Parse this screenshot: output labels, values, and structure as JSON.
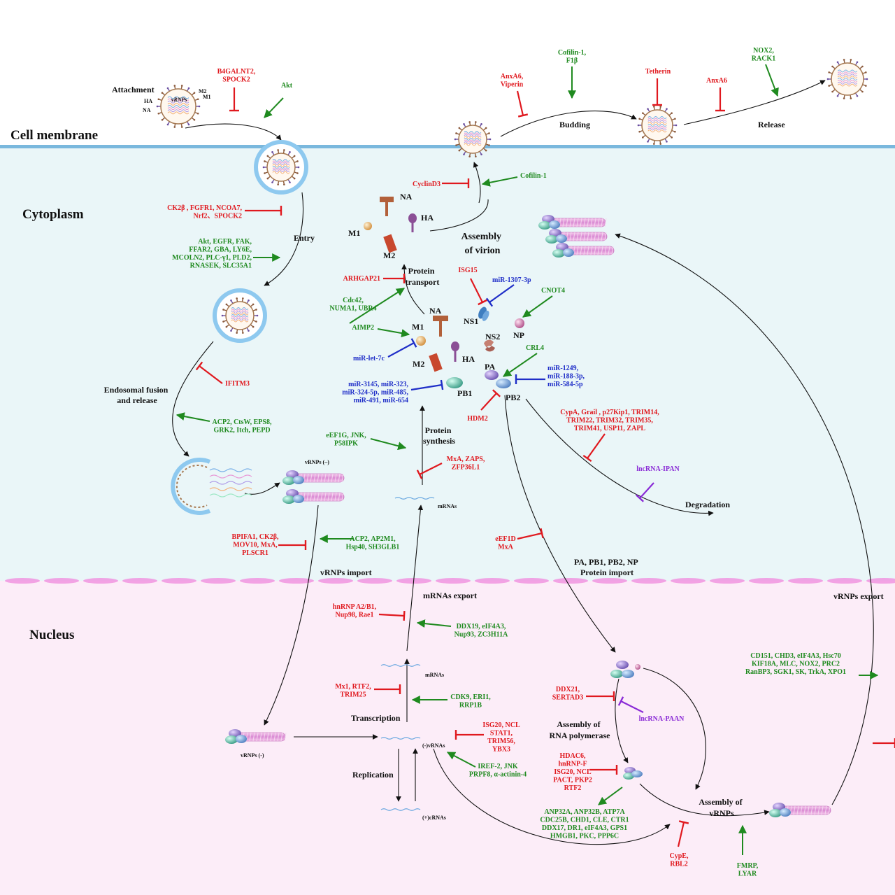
{
  "regions": {
    "cell_membrane": "Cell membrane",
    "cytoplasm": "Cytoplasm",
    "nucleus": "Nucleus"
  },
  "steps": {
    "attachment": "Attachment",
    "entry": "Entry",
    "endosomal_fusion": [
      "Endosomal fusion",
      "and release"
    ],
    "vrnps_import": "vRNPs import",
    "mrnas_export": "mRNAs export",
    "transcription": "Transcription",
    "replication": "Replication",
    "protein_synthesis": [
      "Protein",
      "synthesis"
    ],
    "protein_transport": [
      "Protein",
      "transport"
    ],
    "assembly_virion": [
      "Assembly",
      "of virion"
    ],
    "budding": "Budding",
    "release": "Release",
    "degradation": "Degradation",
    "protein_import": [
      "PA, PB1, PB2, NP",
      "Protein import"
    ],
    "assembly_polymerase": [
      "Assembly of",
      "RNA polymerase"
    ],
    "assembly_vrnps": [
      "Assembly of",
      "vRNPs"
    ],
    "vrnps_export": "vRNPs export"
  },
  "molecules": {
    "vrnps_minus_a": "vRNPs (–)",
    "vrnps_minus_b": "vRNPs (-)",
    "mrnas_cyto": "mRNAs",
    "mrnas_nuc": "mRNAs",
    "vrnas": "(-)vRNAs",
    "crnas": "(+)cRNAs",
    "na_top": "NA",
    "ha_top": "HA",
    "m1_top": "M1",
    "m2_top": "M2",
    "na": "NA",
    "m1": "M1",
    "m2": "M2",
    "ha": "HA",
    "ns1": "NS1",
    "ns2": "NS2",
    "np": "NP",
    "pa": "PA",
    "pb1": "PB1",
    "pb2": "PB2",
    "virion_label": "vRNPs",
    "virion_m2": "M2",
    "virion_m1": "M1",
    "virion_ha": "HA",
    "virion_na": "NA"
  },
  "factors": {
    "b4galnt2": [
      "B4GALNT2,",
      "SPOCK2"
    ],
    "akt_top": [
      "Akt"
    ],
    "anxa6_viperin": [
      "AnxA6,",
      "Viperin"
    ],
    "cofilin_f1b": [
      "Cofilin-1,",
      "F1β"
    ],
    "tetherin": [
      "Tetherin"
    ],
    "anxa6": [
      "AnxA6"
    ],
    "nox2_rack1": [
      "NOX2,",
      "RACK1"
    ],
    "cyclind3": [
      "CyclinD3"
    ],
    "cofilin1": [
      "Cofilin-1"
    ],
    "ck2b_entry": [
      "CK2β , FGFR1, NCOA7,",
      "Nrf2、SPOCK2"
    ],
    "akt_entry": [
      "Akt, EGFR, FAK,",
      "FFAR2, GBA, LY6E,",
      "MCOLN2, PLC-γ1, PLD2,",
      "RNASEK, SLC35A1"
    ],
    "ifitm3": [
      "IFITM3"
    ],
    "acp2_endo": [
      "ACP2, CtsW, EPS8,",
      "GRK2, Itch, PEPD"
    ],
    "arhgap21": [
      "ARHGAP21"
    ],
    "cdc42": [
      "Cdc42,",
      "NUMA1, UBR4"
    ],
    "isg15": [
      "ISG15"
    ],
    "mir1307": [
      "miR-1307-3p"
    ],
    "cnot4": [
      "CNOT4"
    ],
    "aimp2": [
      "AIMP2"
    ],
    "mirlet7c": [
      "miR-let-7c"
    ],
    "crl4": [
      "CRL4"
    ],
    "mir1249": [
      "miR-1249,",
      "miR-188-3p,",
      "miR-584-5p"
    ],
    "mir3145": [
      "miR-3145, miR-323,",
      "miR-324-5p, miR-485,",
      "miR-491, miR-654"
    ],
    "hdm2": [
      "HDM2"
    ],
    "cypa": [
      "CypA, Grail , p27Kip1, TRIM14,",
      "TRIM22, TRIM32, TRIM35,",
      "TRIM41, USP11, ZAPL"
    ],
    "eef1g": [
      "eEF1G, JNK,",
      "P58IPK"
    ],
    "mxa_zaps": [
      "MxA, ZAPS,",
      "ZFP36L1"
    ],
    "lncrna_ipan": [
      "lncRNA-IPAN"
    ],
    "bpifa1": [
      "BPIFA1, CK2β,",
      "MOV10,  MxA,",
      "PLSCR1"
    ],
    "acp2_import": [
      "ACP2, AP2M1,",
      "Hsp40, SH3GLB1"
    ],
    "eef1d": [
      "eEF1D",
      "MxA"
    ],
    "hnrnp": [
      "hnRNP A2/B1,",
      "Nup98, Rae1"
    ],
    "ddx19": [
      "DDX19, eIF4A3,",
      "Nup93, ZC3H11A"
    ],
    "mx1": [
      "Mx1, RTF2,",
      "TRIM25"
    ],
    "cdk9": [
      "CDK9, ERI1,",
      "RRP1B"
    ],
    "isg20_trim56": [
      "ISG20, NCL",
      "STAT1,",
      "TRIM56,",
      "YBX3"
    ],
    "iref2": [
      "IREF-2, JNK",
      "PRPF8, α-actinin-4"
    ],
    "ddx21": [
      "DDX21,",
      "SERTAD3"
    ],
    "lncrna_paan": [
      "lncRNA-PAAN"
    ],
    "hdac6": [
      "HDAC6,",
      "hnRNP-F",
      "ISG20, NCL",
      "PACT, PKP2",
      "RTF2"
    ],
    "anp32a": [
      "ANP32A, ANP32B, ATP7A",
      "CDC25B, CHD1, CLE, CTR1",
      "DDX17, DR1, eIF4A3, GPS1",
      "HMGB1, PKC, PPP6C"
    ],
    "cd151": [
      "CD151, CHD3, eIF4A3, Hsc70",
      "KIF18A, MLC, NOX2, PRC2",
      "RanBP3, SGK1, SK, TrkA, XPO1"
    ],
    "cype": [
      "CypE,",
      "RBL2"
    ],
    "fmrp": [
      "FMRP,",
      "LYAR"
    ]
  },
  "colors": {
    "promote": "#1f8a1f",
    "inhibit": "#e0191f",
    "mirna": "#1f2ec8",
    "lncrna": "#8a2bd6",
    "cytoplasm_bg": "#eaf6f8",
    "nucleus_bg": "#fcedf8",
    "membrane": "#7ab8dd",
    "nuclear_envelope": "#f08ede"
  }
}
